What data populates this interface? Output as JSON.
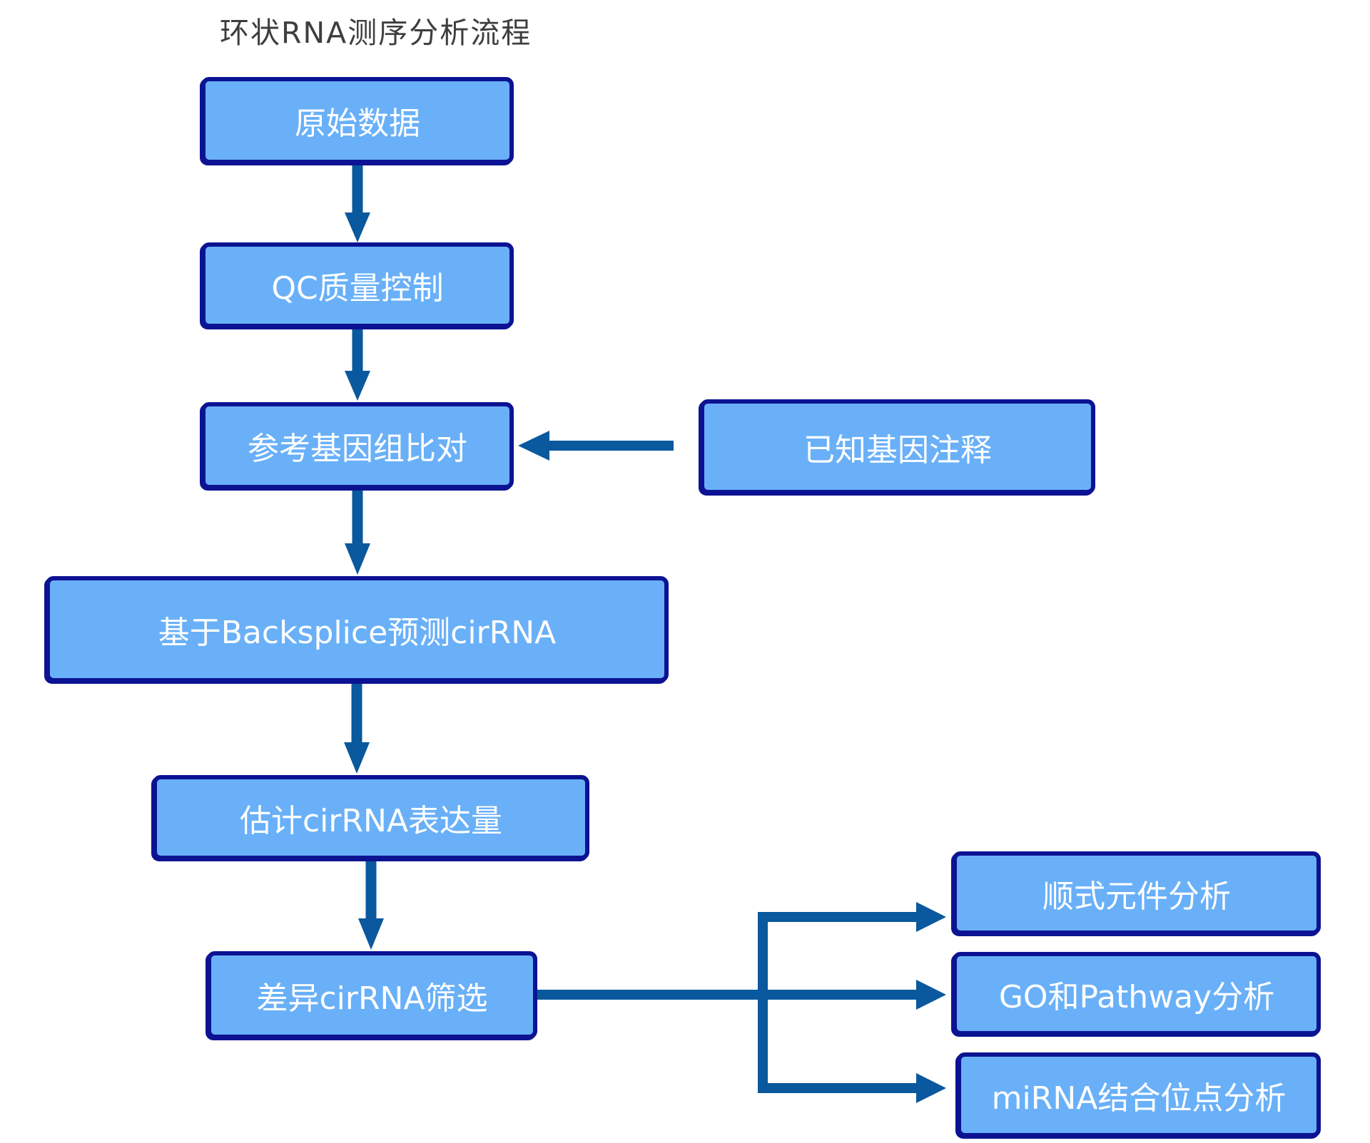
{
  "title": "环状RNA测序分析流程",
  "colors": {
    "box_fill": "#69b0f8",
    "box_border": "#0c1392",
    "arrow": "#0a589d",
    "title_text": "#3e3e3e",
    "box_text": "#ffffff"
  },
  "nodes": {
    "raw_data": {
      "label": "原始数据"
    },
    "qc": {
      "label": "QC质量控制"
    },
    "align": {
      "label": "参考基因组比对"
    },
    "annotation": {
      "label": "已知基因注释"
    },
    "backsplice": {
      "label": "基于Backsplice预测cirRNA"
    },
    "expression": {
      "label": "估计cirRNA表达量"
    },
    "diff": {
      "label": "差异cirRNA筛选"
    },
    "cis": {
      "label": "顺式元件分析"
    },
    "go_pathway": {
      "label": "GO和Pathway分析"
    },
    "mirna": {
      "label": "miRNA结合位点分析"
    }
  }
}
